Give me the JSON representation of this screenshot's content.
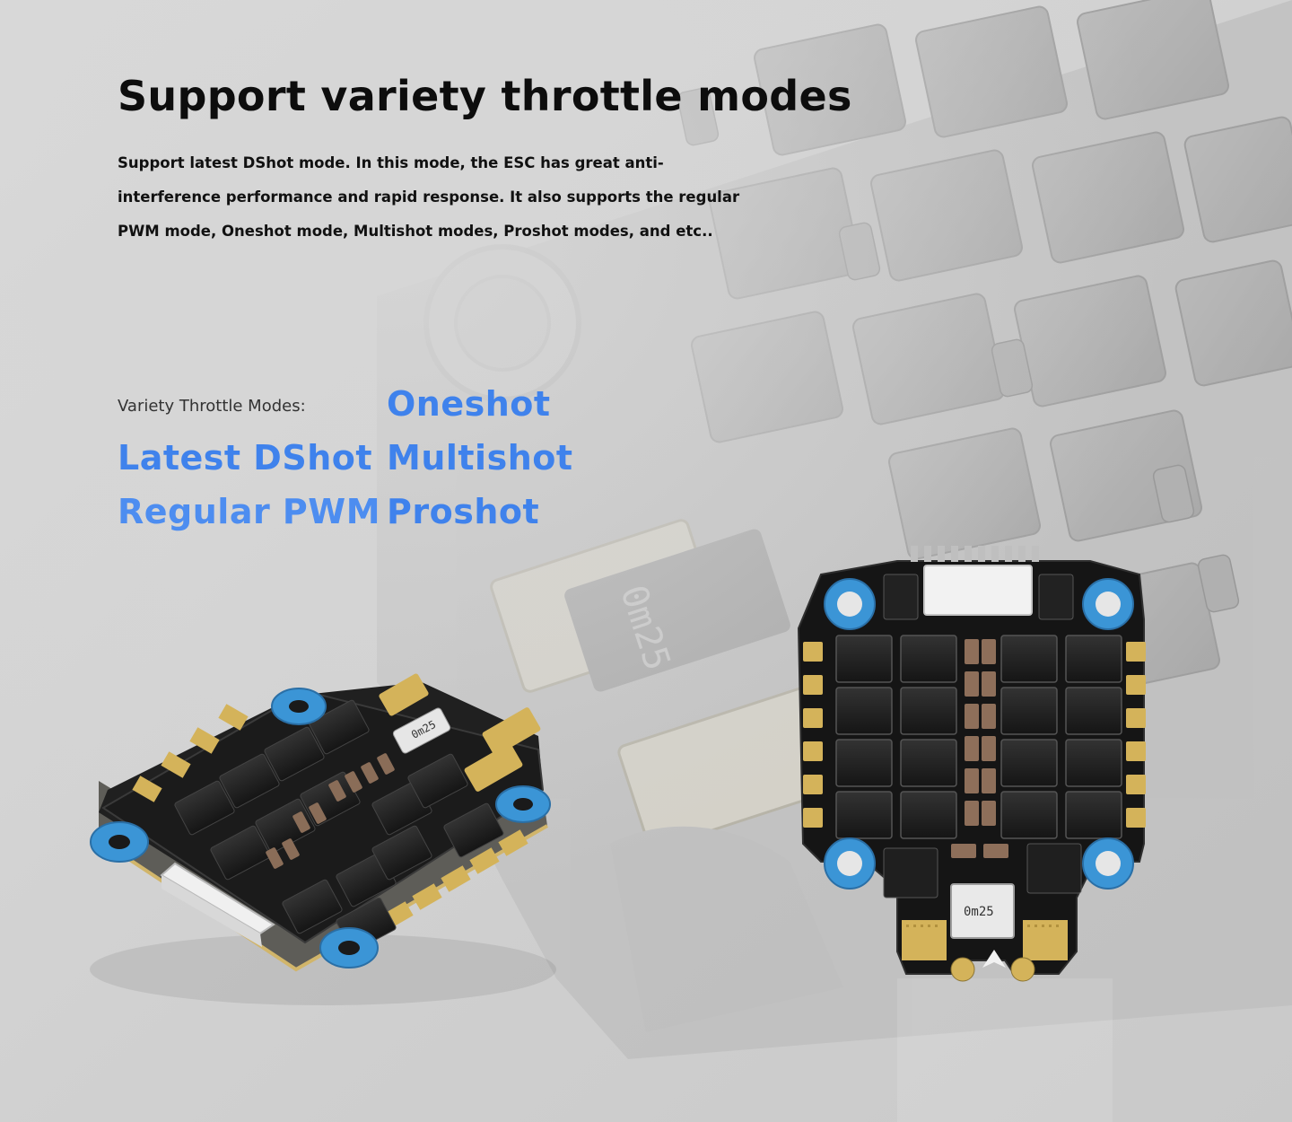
{
  "section": {
    "title": "Support variety throttle modes",
    "description": "Support latest DShot mode. In this mode, the ESC has great anti-interference performance and rapid response. It also supports the regular PWM mode, Oneshot mode, Multishot modes, Proshot modes, and etc.."
  },
  "modes": {
    "label": "Variety Throttle Modes:",
    "items": [
      "Oneshot",
      "Latest DShot",
      "Multishot",
      "Regular PWM",
      "Proshot"
    ]
  },
  "board": {
    "inductor_label": "0m25"
  },
  "colors": {
    "accent": "#3f82ec",
    "background": "#d3d3d3",
    "mount_ring": "#3b95d6"
  }
}
